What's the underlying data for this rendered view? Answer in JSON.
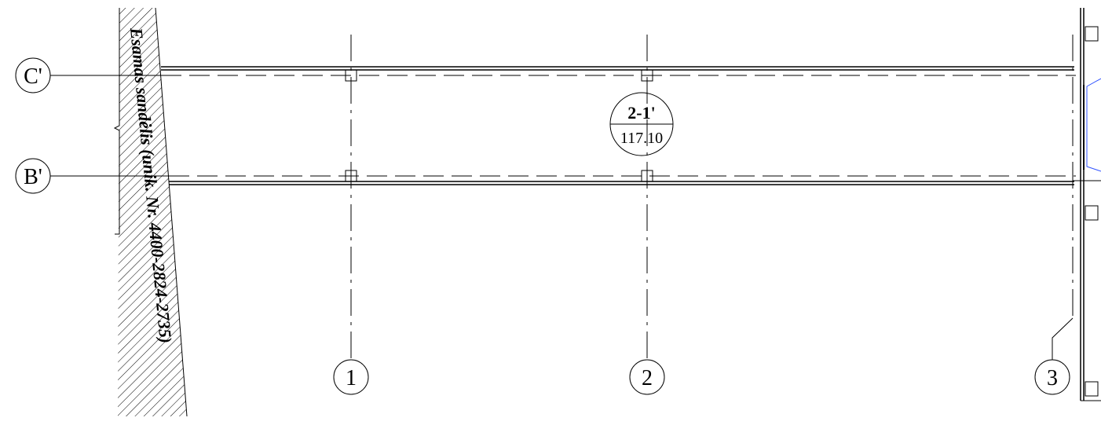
{
  "drawing": {
    "axes_horizontal": [
      {
        "label": "C'"
      },
      {
        "label": "B'"
      }
    ],
    "axes_vertical": [
      {
        "label": "1"
      },
      {
        "label": "2"
      },
      {
        "label": "3"
      }
    ],
    "room_tag": {
      "number": "2-1'",
      "area": "117.10"
    },
    "existing_building_label": "Esamas sandėlis (unik. Nr. 4400-2824-2735)",
    "colors": {
      "linework": "#000000",
      "blue_accent": "#3355ff",
      "background": "#ffffff"
    }
  }
}
